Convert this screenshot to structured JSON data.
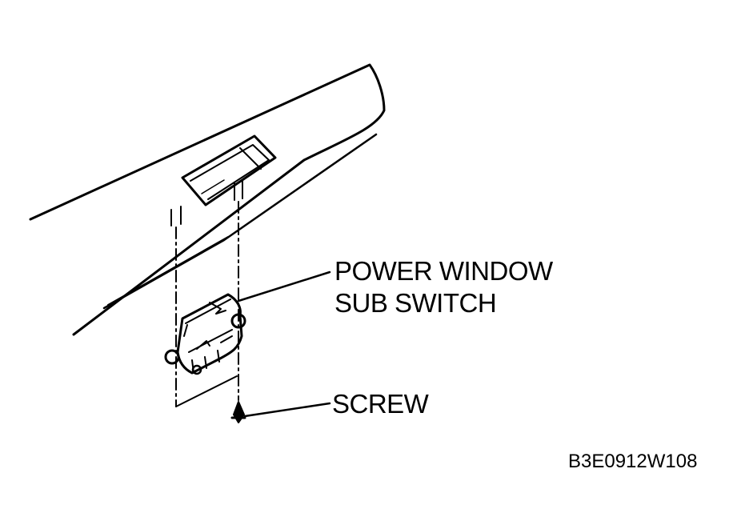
{
  "diagram": {
    "labels": {
      "part_line1": "POWER WINDOW",
      "part_line2": "SUB SWITCH",
      "screw": "SCREW"
    },
    "figure_code": "B3E0912W108"
  },
  "colors": {
    "line": "#000000",
    "background": "#ffffff"
  }
}
